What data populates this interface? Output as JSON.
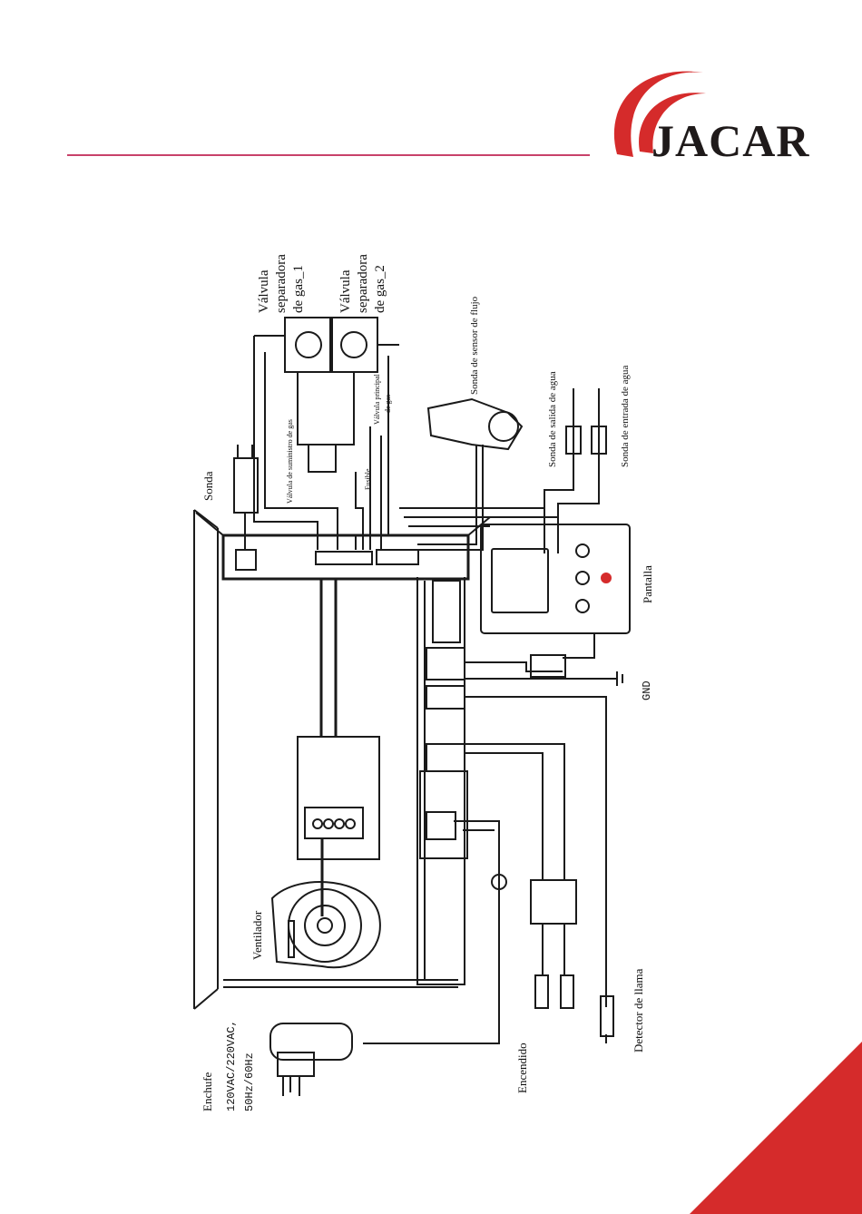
{
  "brand": {
    "name": "JACAR",
    "color": "#d52b2b",
    "rule_color": "#c8426a"
  },
  "diagram": {
    "labels": {
      "valve1_l1": "Válvula",
      "valve1_l2": "separadora",
      "valve1_l3": "de gas_1",
      "valve2_l1": "Válvula",
      "valve2_l2": "separadora",
      "valve2_l3": "de gas_2",
      "flow_probe": "Sonda de sensor de flujo",
      "outlet_probe": "Sonda de salida de agua",
      "inlet_probe": "Sonda de entrada de agua",
      "supply_valve": "Válvula de suministro de gas",
      "main_valve_l1": "Válvula principal",
      "main_valve_l2": "de gas",
      "fusible": "Fusible",
      "sonda": "Sonda",
      "pantalla": "Pantalla",
      "gnd": "GND",
      "ventilador": "Ventilador",
      "enchufe": "Enchufe",
      "voltage1": "120VAC/220VAC,",
      "voltage2": "50Hz/60Hz",
      "encendido": "Encendido",
      "detector": "Detector de llama"
    }
  }
}
